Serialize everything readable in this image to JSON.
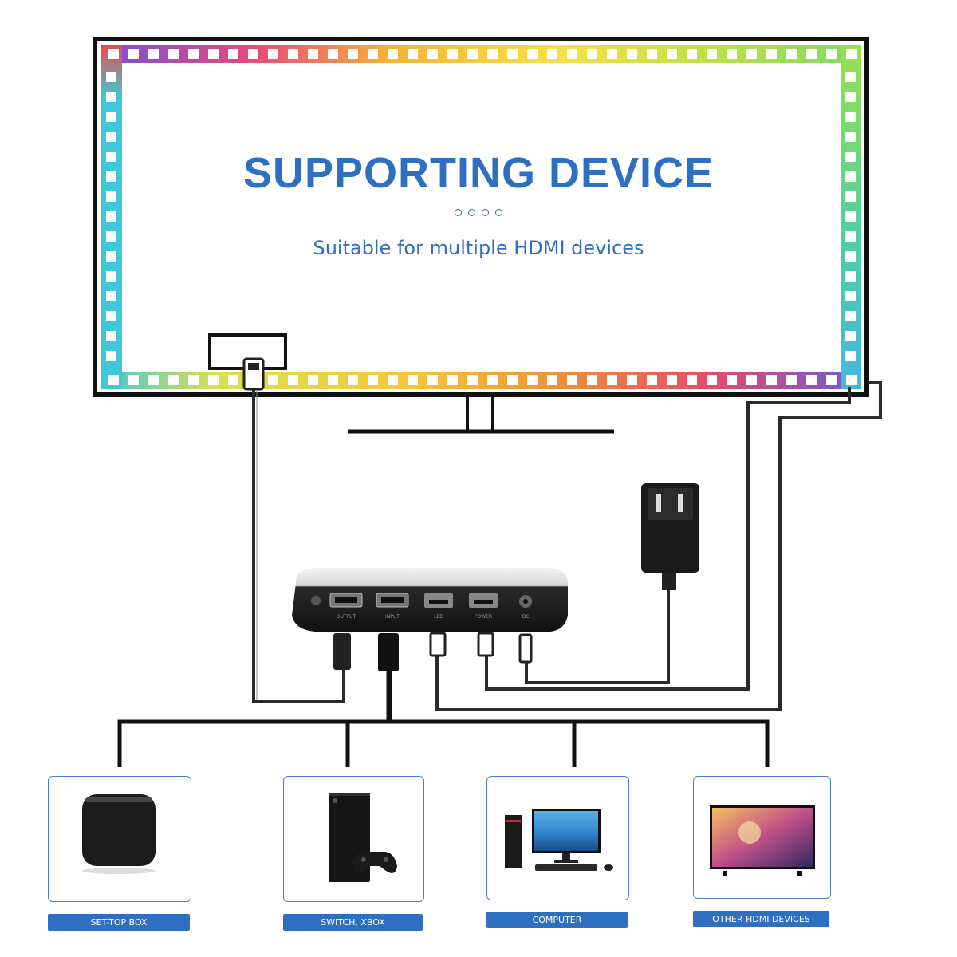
{
  "header": {
    "title": "SUPPORTING DEVICE",
    "subtitle": "Suitable for multiple HDMI devices"
  },
  "box_ports": {
    "power": "",
    "output": "OUTPUT",
    "input": "INPUT",
    "usb1": "LED",
    "usb2": "POWER",
    "dc": "DC"
  },
  "devices": [
    {
      "label": "SET-TOP BOX",
      "icon": "set-top-box-icon"
    },
    {
      "label": "SWITCH, XBOX",
      "icon": "game-console-icon"
    },
    {
      "label": "COMPUTER",
      "icon": "computer-icon"
    },
    {
      "label": "OTHER HDMI DEVICES",
      "icon": "tv-icon"
    }
  ],
  "colors": {
    "accent": "#2f6fc1",
    "frame": "#111111"
  }
}
